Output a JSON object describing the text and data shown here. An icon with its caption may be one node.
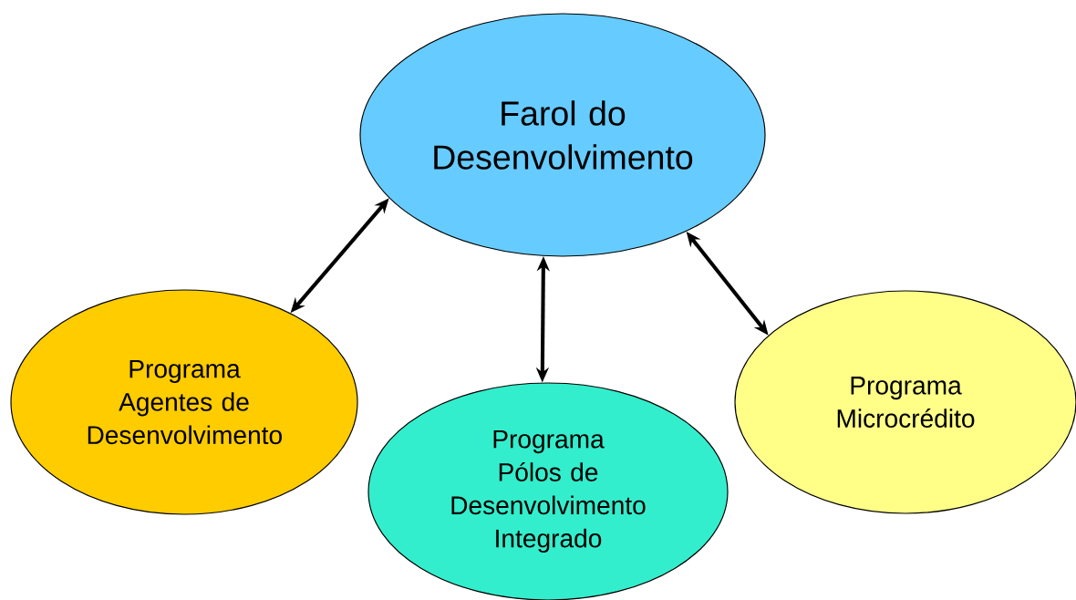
{
  "diagram": {
    "nodes": [
      {
        "text": [
          "Farol do Desenvolvimento"
        ]
      },
      {
        "text": [
          "Programa Agentes de Desenvolvimento"
        ]
      },
      {
        "text": [
          "Programa Pólos de Desenvolvimento Integrado"
        ]
      },
      {
        "text": [
          "Programa Microcrédito"
        ]
      }
    ],
    "edges": [
      {
        "from": 0,
        "to": 1,
        "arrow": "both"
      },
      {
        "from": 0,
        "to": 2,
        "arrow": "both"
      },
      {
        "from": 0,
        "to": 3,
        "arrow": "both"
      }
    ]
  }
}
